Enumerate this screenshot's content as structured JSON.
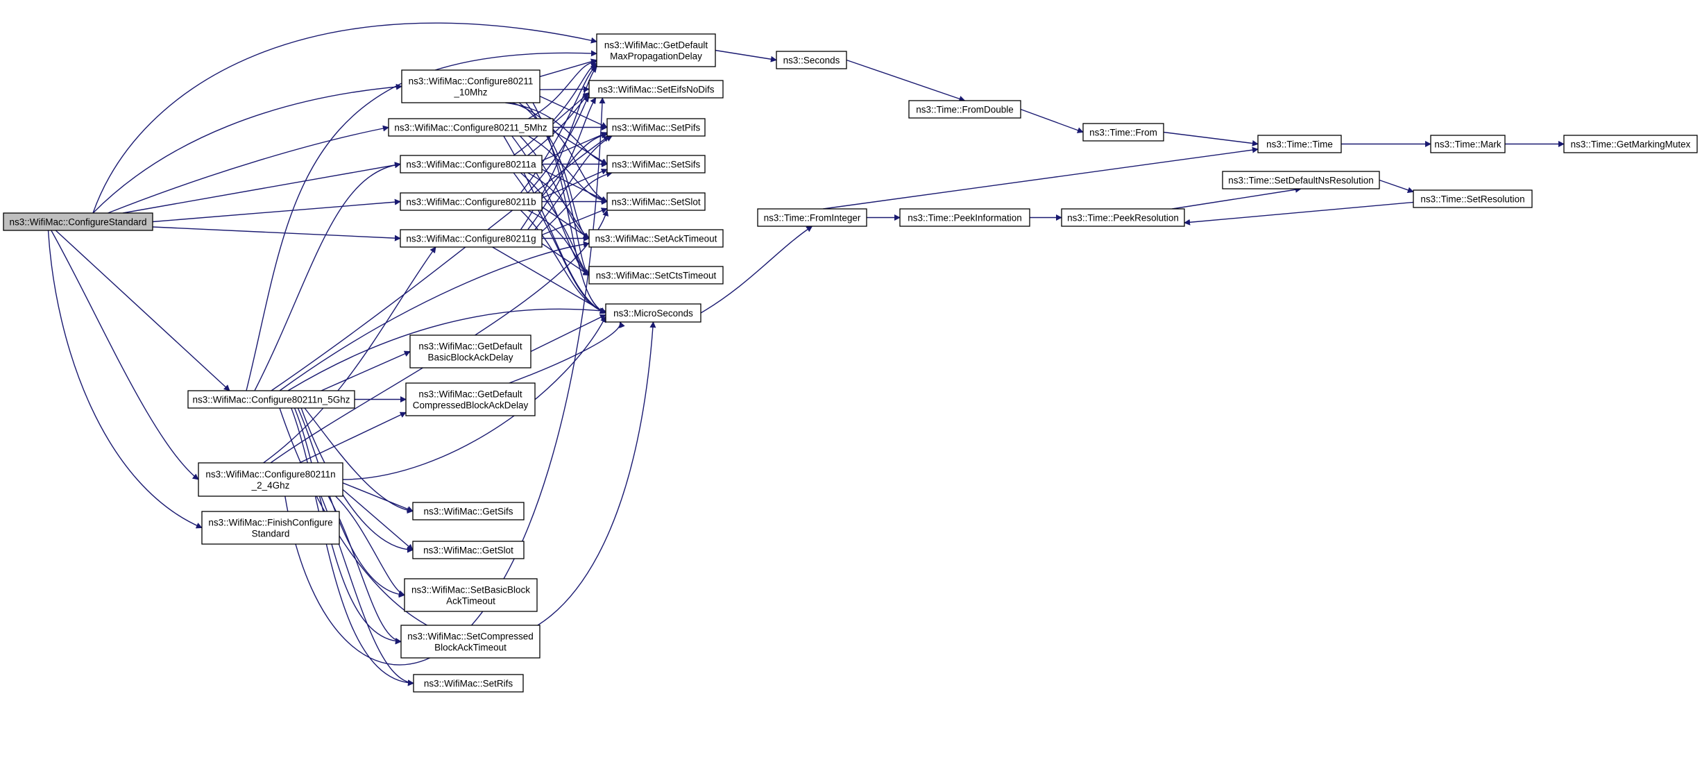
{
  "diagram": {
    "root": "n_configstandard",
    "colors": {
      "edge": "#191970",
      "root_fill": "#bfbfbf",
      "node_fill": "#ffffff",
      "node_border": "#000000"
    },
    "nodes": [
      {
        "id": "n_configstandard",
        "name": "node-configure-standard",
        "lines": [
          "ns3::WifiMac::ConfigureStandard"
        ]
      },
      {
        "id": "n_10mhz",
        "name": "node-configure80211-10mhz",
        "lines": [
          "ns3::WifiMac::Configure80211",
          "_10Mhz"
        ]
      },
      {
        "id": "n_5mhz",
        "name": "node-configure80211-5mhz",
        "lines": [
          "ns3::WifiMac::Configure80211_5Mhz"
        ]
      },
      {
        "id": "n_a",
        "name": "node-configure80211a",
        "lines": [
          "ns3::WifiMac::Configure80211a"
        ]
      },
      {
        "id": "n_b",
        "name": "node-configure80211b",
        "lines": [
          "ns3::WifiMac::Configure80211b"
        ]
      },
      {
        "id": "n_g",
        "name": "node-configure80211g",
        "lines": [
          "ns3::WifiMac::Configure80211g"
        ]
      },
      {
        "id": "n_n5",
        "name": "node-configure80211n-5ghz",
        "lines": [
          "ns3::WifiMac::Configure80211n_5Ghz"
        ]
      },
      {
        "id": "n_n24",
        "name": "node-configure80211n-2-4ghz",
        "lines": [
          "ns3::WifiMac::Configure80211n",
          "_2_4Ghz"
        ]
      },
      {
        "id": "n_finish",
        "name": "node-finish-configure-standard",
        "lines": [
          "ns3::WifiMac::FinishConfigure",
          "Standard"
        ]
      },
      {
        "id": "n_maxprop",
        "name": "node-get-default-max-propagation-delay",
        "lines": [
          "ns3::WifiMac::GetDefault",
          "MaxPropagationDelay"
        ]
      },
      {
        "id": "n_eifs",
        "name": "node-set-eifs-no-difs",
        "lines": [
          "ns3::WifiMac::SetEifsNoDifs"
        ]
      },
      {
        "id": "n_pifs",
        "name": "node-set-pifs",
        "lines": [
          "ns3::WifiMac::SetPifs"
        ]
      },
      {
        "id": "n_sifs",
        "name": "node-set-sifs",
        "lines": [
          "ns3::WifiMac::SetSifs"
        ]
      },
      {
        "id": "n_slot",
        "name": "node-set-slot",
        "lines": [
          "ns3::WifiMac::SetSlot"
        ]
      },
      {
        "id": "n_ack",
        "name": "node-set-ack-timeout",
        "lines": [
          "ns3::WifiMac::SetAckTimeout"
        ]
      },
      {
        "id": "n_cts",
        "name": "node-set-cts-timeout",
        "lines": [
          "ns3::WifiMac::SetCtsTimeout"
        ]
      },
      {
        "id": "n_micro",
        "name": "node-microseconds",
        "lines": [
          "ns3::MicroSeconds"
        ]
      },
      {
        "id": "n_basicdelay",
        "name": "node-get-default-basic-block-ack-delay",
        "lines": [
          "ns3::WifiMac::GetDefault",
          "BasicBlockAckDelay"
        ]
      },
      {
        "id": "n_compdelay",
        "name": "node-get-default-compressed-block-ack-delay",
        "lines": [
          "ns3::WifiMac::GetDefault",
          "CompressedBlockAckDelay"
        ]
      },
      {
        "id": "n_getsifs",
        "name": "node-get-sifs",
        "lines": [
          "ns3::WifiMac::GetSifs"
        ]
      },
      {
        "id": "n_getslot",
        "name": "node-get-slot",
        "lines": [
          "ns3::WifiMac::GetSlot"
        ]
      },
      {
        "id": "n_basicto",
        "name": "node-set-basic-block-ack-timeout",
        "lines": [
          "ns3::WifiMac::SetBasicBlock",
          "AckTimeout"
        ]
      },
      {
        "id": "n_compto",
        "name": "node-set-compressed-block-ack-timeout",
        "lines": [
          "ns3::WifiMac::SetCompressed",
          "BlockAckTimeout"
        ]
      },
      {
        "id": "n_rifs",
        "name": "node-set-rifs",
        "lines": [
          "ns3::WifiMac::SetRifs"
        ]
      },
      {
        "id": "n_seconds",
        "name": "node-seconds",
        "lines": [
          "ns3::Seconds"
        ]
      },
      {
        "id": "n_fromdouble",
        "name": "node-time-from-double",
        "lines": [
          "ns3::Time::FromDouble"
        ]
      },
      {
        "id": "n_from",
        "name": "node-time-from",
        "lines": [
          "ns3::Time::From"
        ]
      },
      {
        "id": "n_time",
        "name": "node-time-time",
        "lines": [
          "ns3::Time::Time"
        ]
      },
      {
        "id": "n_mark",
        "name": "node-time-mark",
        "lines": [
          "ns3::Time::Mark"
        ]
      },
      {
        "id": "n_mutex",
        "name": "node-time-get-marking-mutex",
        "lines": [
          "ns3::Time::GetMarkingMutex"
        ]
      },
      {
        "id": "n_fromint",
        "name": "node-time-from-integer",
        "lines": [
          "ns3::Time::FromInteger"
        ]
      },
      {
        "id": "n_peekinfo",
        "name": "node-time-peek-information",
        "lines": [
          "ns3::Time::PeekInformation"
        ]
      },
      {
        "id": "n_peekres",
        "name": "node-time-peek-resolution",
        "lines": [
          "ns3::Time::PeekResolution"
        ]
      },
      {
        "id": "n_setdefres",
        "name": "node-time-set-default-ns-resolution",
        "lines": [
          "ns3::Time::SetDefaultNsResolution"
        ]
      },
      {
        "id": "n_setres",
        "name": "node-time-set-resolution",
        "lines": [
          "ns3::Time::SetResolution"
        ]
      }
    ]
  }
}
